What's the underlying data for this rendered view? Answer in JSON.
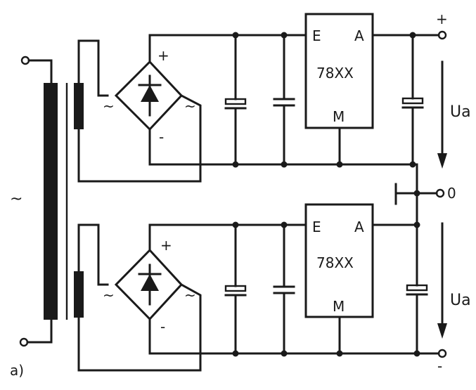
{
  "diagram": {
    "figure_label": "a)",
    "ac_symbol": "~",
    "regulators": [
      {
        "input_pin": "E",
        "output_pin": "A",
        "ground_pin": "M",
        "part": "78XX"
      },
      {
        "input_pin": "E",
        "output_pin": "A",
        "ground_pin": "M",
        "part": "78XX"
      }
    ],
    "rectifiers": [
      {
        "plus": "+",
        "minus": "-",
        "ac_left": "~",
        "ac_right": "~"
      },
      {
        "plus": "+",
        "minus": "-",
        "ac_left": "~",
        "ac_right": "~"
      }
    ],
    "output": {
      "top_terminal": "+",
      "middle_terminal": "0",
      "bottom_terminal": "-",
      "voltage_top": "Ua",
      "voltage_bottom": "Ua"
    }
  }
}
